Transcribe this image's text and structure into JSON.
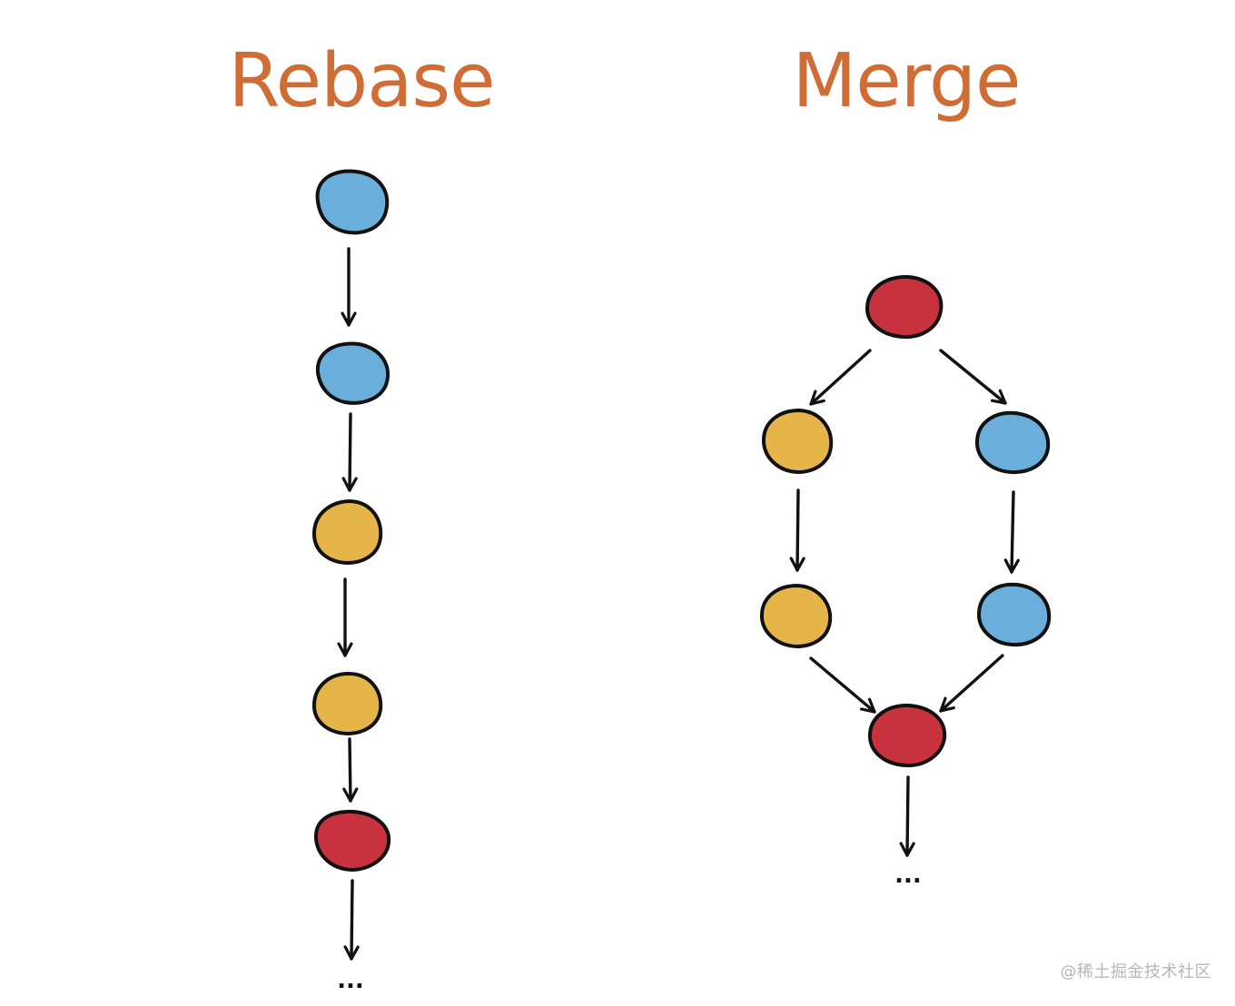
{
  "titles": {
    "rebase": "Rebase",
    "merge": "Merge"
  },
  "continuation_marker": "...",
  "watermark": "@稀土掘金技术社区",
  "colors": {
    "title": "#d06d34",
    "blue_commit": "#6aaedc",
    "yellow_commit": "#e6b54a",
    "red_commit": "#c7323e",
    "outline": "#111111",
    "arrow": "#111111",
    "watermark": "#b6b6b6"
  },
  "rebase_history": {
    "commits": [
      "blue",
      "blue",
      "yellow",
      "yellow",
      "red"
    ],
    "continues": true
  },
  "merge_history": {
    "base_commit": "red",
    "left_branch": [
      "yellow",
      "yellow"
    ],
    "right_branch": [
      "blue",
      "blue"
    ],
    "merge_commit": "red",
    "continues": true
  }
}
